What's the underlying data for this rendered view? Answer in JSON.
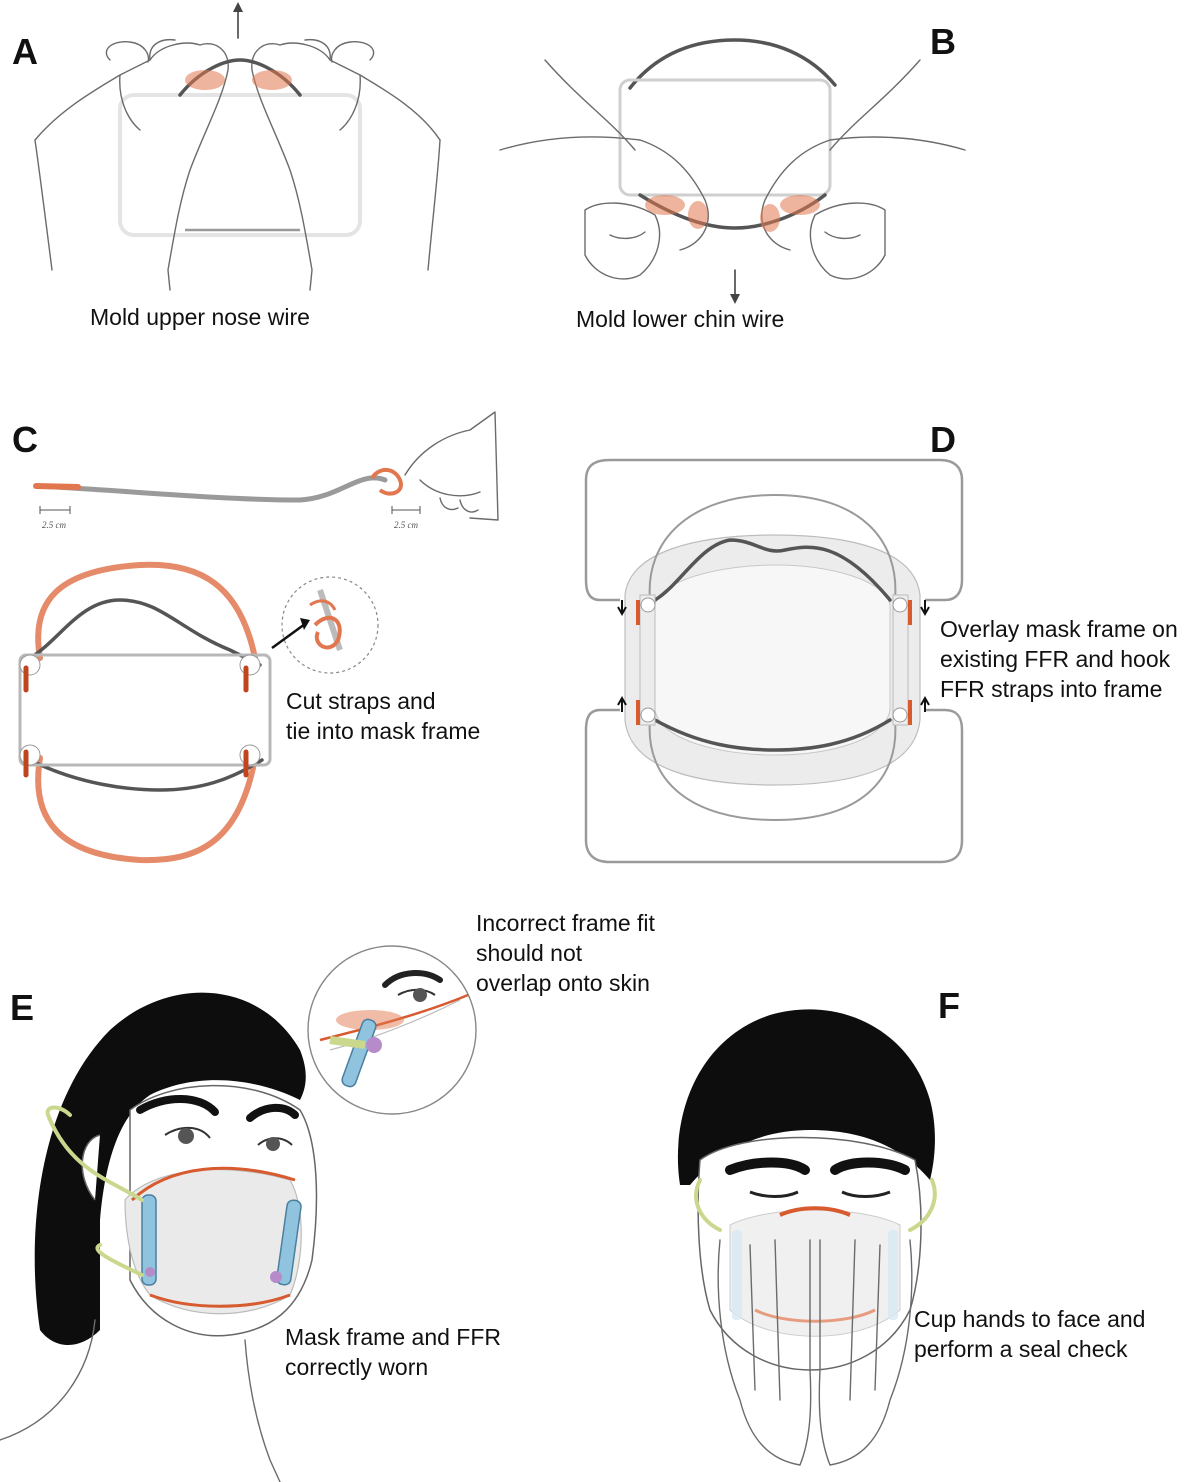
{
  "figure": {
    "panels": [
      {
        "letter": "A",
        "caption": [
          "Mold upper nose wire"
        ]
      },
      {
        "letter": "B",
        "caption": [
          "Mold lower chin wire"
        ]
      },
      {
        "letter": "C",
        "caption": [
          "Cut straps and",
          "tie into mask frame"
        ],
        "scale_left": "2.5 cm",
        "scale_right": "2.5 cm"
      },
      {
        "letter": "D",
        "caption": [
          "Overlay mask frame on",
          "existing FFR and hook",
          "FFR straps into frame"
        ]
      },
      {
        "letter": "E",
        "caption": [
          "Mask frame and FFR",
          "correctly worn"
        ],
        "inset_caption": [
          "Incorrect frame fit",
          "should not",
          "overlap onto skin"
        ]
      },
      {
        "letter": "F",
        "caption": [
          "Cup hands to face and",
          "perform a seal check"
        ]
      }
    ],
    "colors": {
      "accent_orange": "#e2774f",
      "strap_red": "#d85a2f",
      "frame_blue": "#8fc3de",
      "strap_yellow": "#c9d88c",
      "line_gray": "#6b6b6b"
    }
  }
}
